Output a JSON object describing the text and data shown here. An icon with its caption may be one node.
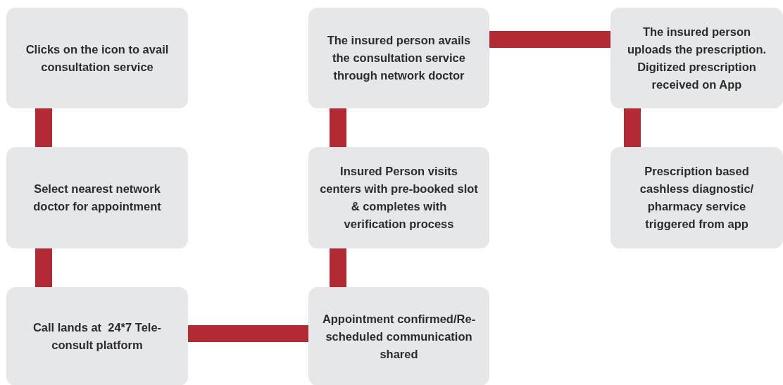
{
  "diagram": {
    "nodes": [
      {
        "text": [
          "Clicks on the icon to avail consultation service"
        ]
      },
      {
        "text": [
          "Select nearest network doctor for appointment"
        ]
      },
      {
        "text": [
          "Call lands at  24*7 Tele-consult platform"
        ]
      },
      {
        "text": [
          "Appointment confirmed/Re-scheduled communication shared"
        ]
      },
      {
        "text": [
          "Insured Person visits centers with pre-booked slot & completes with verification process"
        ]
      },
      {
        "text": [
          "The insured person avails the consultation service through network doctor"
        ]
      },
      {
        "text": [
          "The insured person uploads the prescription. Digitized prescription received on App"
        ]
      },
      {
        "text": [
          "Prescription based cashless diagnostic/ pharmacy service triggered from app"
        ]
      }
    ],
    "edges": [
      {
        "from": 0,
        "to": 1,
        "arrow": "none"
      },
      {
        "from": 1,
        "to": 2,
        "arrow": "none"
      },
      {
        "from": 2,
        "to": 3,
        "arrow": "none"
      },
      {
        "from": 3,
        "to": 4,
        "arrow": "none"
      },
      {
        "from": 4,
        "to": 5,
        "arrow": "none"
      },
      {
        "from": 5,
        "to": 6,
        "arrow": "none"
      },
      {
        "from": 6,
        "to": 7,
        "arrow": "none"
      }
    ]
  }
}
